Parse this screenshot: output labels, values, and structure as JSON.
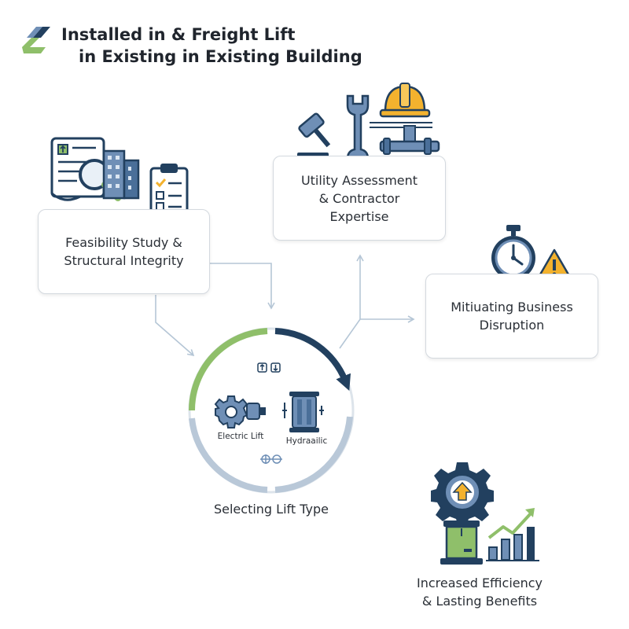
{
  "title": {
    "line1": "Installed in & Freight Lift",
    "line2": "in Existing in Existing Building"
  },
  "steps": {
    "feasibility": {
      "line1": "Feasibility Study &",
      "line2": "Structural Integrity"
    },
    "utility": {
      "line1": "Utility Assessment",
      "line2": "& Contractor",
      "line3": "Expertise"
    },
    "disruption": {
      "line1": "Mitiuating Business",
      "line2": "Disruption"
    },
    "lift_type": {
      "label": "Selecting Lift Type",
      "electric": "Electric Lift",
      "hydraulic": "Hydraailic"
    },
    "efficiency": {
      "line1": "Increased Efficiency",
      "line2": "& Lasting Benefits"
    }
  },
  "colors": {
    "navy": "#22405f",
    "steel": "#6f8fb6",
    "green": "#8fbf6a",
    "orange": "#f3b22e",
    "ring_light": "#b9c8d8",
    "connector": "#b5c6d6"
  },
  "icons": [
    "logo-icon",
    "document-magnifier-icon",
    "buildings-icon",
    "clipboard-checklist-icon",
    "gavel-icon",
    "wrench-icon",
    "hard-hat-icon",
    "pipes-icon",
    "stopwatch-icon",
    "warning-icon",
    "gear-icon",
    "motor-icon",
    "hydraulic-cylinder-icon",
    "gear-arrow-up-icon",
    "freight-box-icon",
    "growth-chart-icon"
  ]
}
